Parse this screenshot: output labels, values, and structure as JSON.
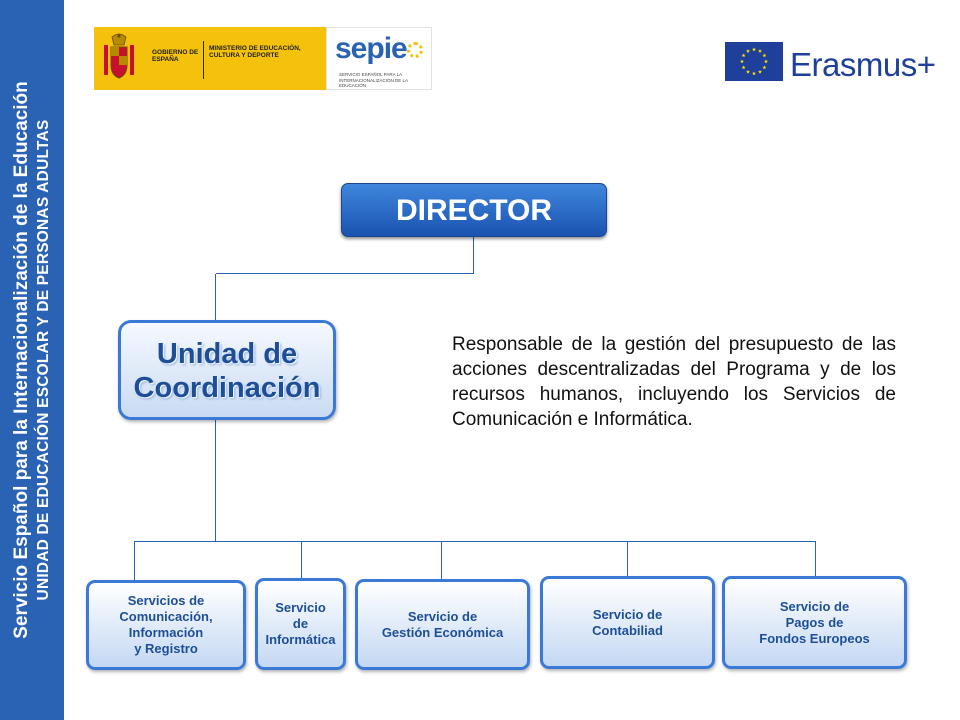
{
  "side": {
    "line1": "Servicio Español para la Internacionalización de la Educación",
    "line2": "UNIDAD DE EDUCACIÓN ESCOLAR Y DE PERSONAS ADULTAS"
  },
  "logos": {
    "gov_left": "GOBIERNO DE ESPAÑA",
    "gov_right": "MINISTERIO DE EDUCACIÓN, CULTURA Y DEPORTE",
    "sepie": "sepie",
    "sepie_sub": "SERVICIO ESPAÑOL PARA LA INTERNACIONALIZACIÓN DE LA EDUCACIÓN",
    "erasmus": "Erasmus+"
  },
  "director": {
    "label": "DIRECTOR"
  },
  "unit": {
    "label": "Unidad de\nCoordinación"
  },
  "description": "Responsable de la gestión del presupuesto de las acciones descentralizadas del Programa y de los recursos humanos, incluyendo los Servicios de Comunicación e Informática.",
  "services": [
    {
      "label": "Servicios de\nComunicación,\nInformación\ny Registro"
    },
    {
      "label": "Servicio\nde\nInformática"
    },
    {
      "label": "Servicio de\nGestión Económica"
    },
    {
      "label": "Servicio de\nContabiliad"
    },
    {
      "label": "Servicio de\nPagos de\nFondos Europeos"
    }
  ],
  "colors": {
    "band": "#2a62b4",
    "director": "#1a53b0",
    "box_border": "#3a7ad6",
    "box_text": "#1e4f96",
    "gov_yellow": "#f4c20d",
    "eu_blue": "#1e3f9a",
    "eu_star": "#ffdd00"
  }
}
